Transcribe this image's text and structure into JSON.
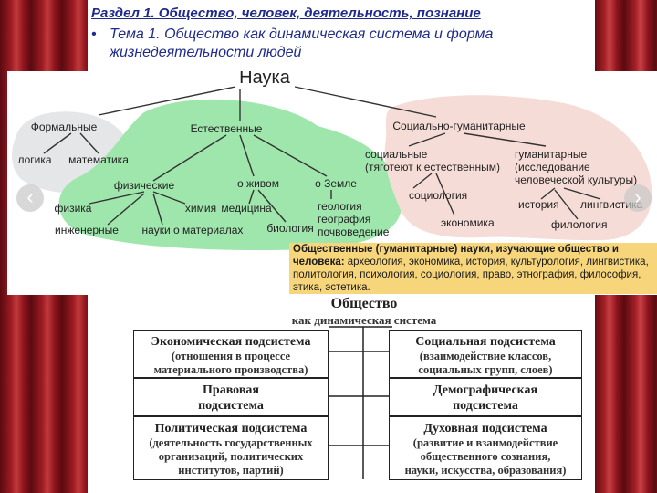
{
  "header": {
    "section_title": "Раздел 1. Общество, человек, деятельность, познание",
    "topic_bullet": "•",
    "topic": "Тема 1. Общество как динамическая система и форма жизнедеятельности людей"
  },
  "science_diagram": {
    "root": "Наука",
    "formal": {
      "label": "Формальные",
      "children": [
        "логика",
        "математика"
      ]
    },
    "natural": {
      "label": "Естественные",
      "physical": {
        "label": "физические",
        "children": [
          "физика",
          "химия",
          "инженерные",
          "науки о материалах"
        ]
      },
      "living": {
        "label": "о живом",
        "children": [
          "медицина",
          "биология"
        ]
      },
      "earth": {
        "label": "о Земле",
        "children": [
          "геология",
          "география",
          "почвоведение"
        ]
      }
    },
    "social_humanitarian": {
      "label": "Социально-гуманитарные",
      "social": {
        "label_line1": "социальные",
        "label_line2": "(тяготеют к естественным)",
        "children": [
          "социология",
          "экономика"
        ]
      },
      "humanitarian": {
        "label_line1": "гуманитарные",
        "label_line2": "(исследование",
        "label_line3": "человеческой культуры)",
        "children": [
          "история",
          "лингвистика",
          "филология"
        ]
      }
    },
    "nav_prev": "‹",
    "nav_next": "›",
    "colors": {
      "formal_blob": "#e4e6e8",
      "natural_blob": "#9fe6ad",
      "social_blob": "#f6dcd6"
    }
  },
  "humanities_box": {
    "line1_bold": "Общественные (гуманитарные) науки, изучающие общество и",
    "line2_bold": "человека:",
    "line2_rest": " археология, экономика, история, культурология, лингвистика,",
    "line3": "политология, психология, социология, право, этнография, философия,",
    "line4": "этика, эстетика.",
    "color": "#f7d57a"
  },
  "society_diagram": {
    "title": "Общество",
    "subtitle": "как динамическая система",
    "economic": {
      "title": "Экономическая подсистема",
      "desc1": "(отношения в процессе",
      "desc2": "материального производства)"
    },
    "social": {
      "title": "Социальная подсистема",
      "desc1": "(взаимодействие классов,",
      "desc2": "социальных групп, слоев)"
    },
    "legal": {
      "title1": "Правовая",
      "title2": "подсистема"
    },
    "demographic": {
      "title1": "Демографическая",
      "title2": "подсистема"
    },
    "political": {
      "title": "Политическая подсистема",
      "desc1": "(деятельность государственных",
      "desc2": "организаций, политических",
      "desc3": "институтов, партий)"
    },
    "spiritual": {
      "title": "Духовная подсистема",
      "desc1": "(развитие и взаимодействие",
      "desc2": "общественного сознания,",
      "desc3": "науки, искусства, образования)"
    }
  }
}
